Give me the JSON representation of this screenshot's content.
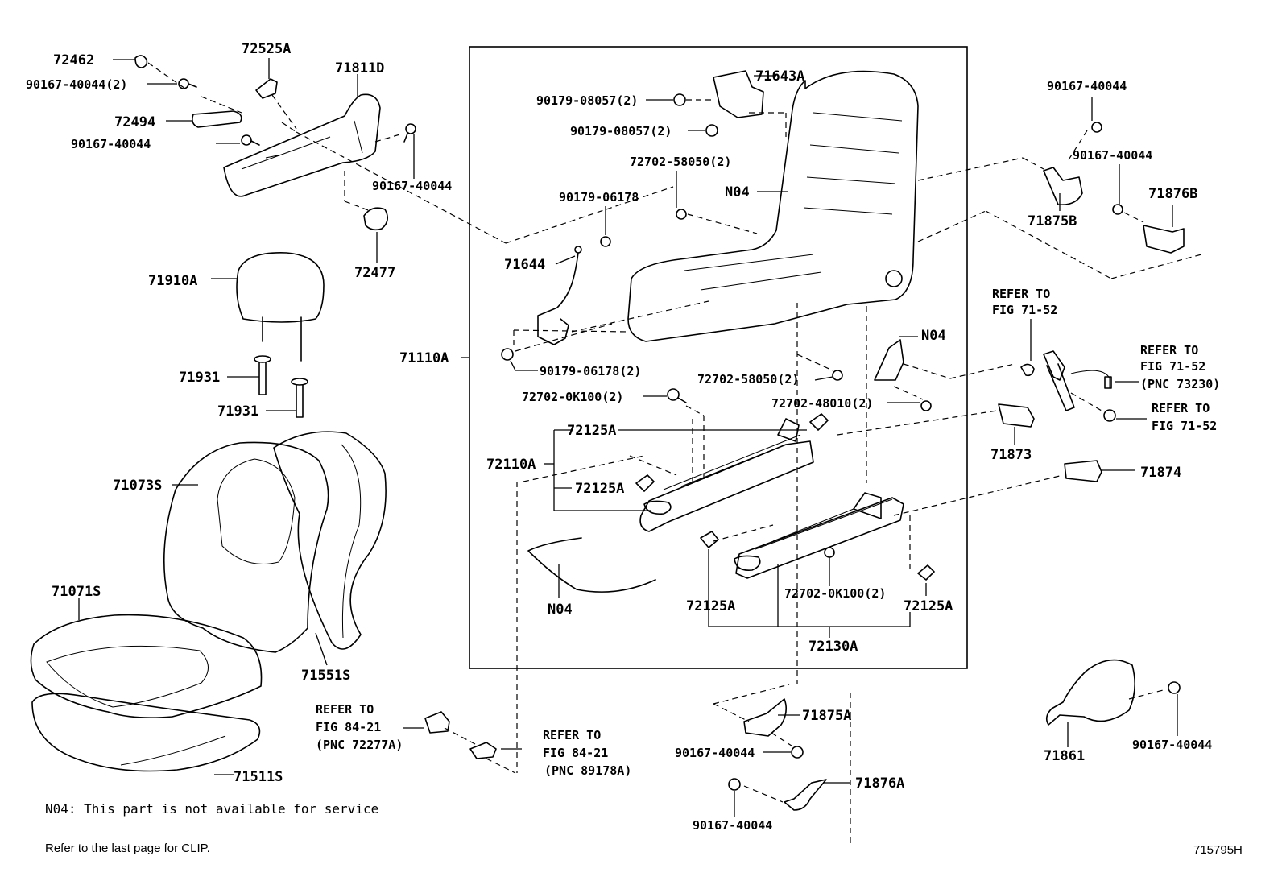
{
  "labels": {
    "l72462": "72462",
    "l72525A": "72525A",
    "l71811D": "71811D",
    "l90167_40044_2": "90167-40044(2)",
    "l72494": "72494",
    "l90167_40044_a": "90167-40044",
    "l90167_40044_b": "90167-40044",
    "l72477": "72477",
    "l71910A": "71910A",
    "l71931_a": "71931",
    "l71931_b": "71931",
    "l71073S": "71073S",
    "l71071S": "71071S",
    "l71551S": "71551S",
    "l71511S": "71511S",
    "l71643A": "71643A",
    "l90179_08057_2a": "90179-08057(2)",
    "l90179_08057_2b": "90179-08057(2)",
    "l72702_58050_2a": "72702-58050(2)",
    "l90179_06178": "90179-06178",
    "l N04_a": "N04",
    "l71644": "71644",
    "l71110A": "71110A",
    "l90179_06178_2": "90179-06178(2)",
    "l72702_58050_2b": "72702-58050(2)",
    "l72702_48010_2": "72702-48010(2)",
    "l72702_0K100_2a": "72702-0K100(2)",
    "lN04_b": "N04",
    "l72125A_a": "72125A",
    "l72110A": "72110A",
    "l72125A_b": "72125A",
    "lN04_c": "N04",
    "l72125A_c": "72125A",
    "l72702_0K100_2b": "72702-0K100(2)",
    "l72125A_d": "72125A",
    "l72130A": "72130A",
    "l90167_40044_c": "90167-40044",
    "l90167_40044_d": "90167-40044",
    "l71876B": "71876B",
    "l71875B": "71875B",
    "lRefer71_52_a1": "REFER TO",
    "lRefer71_52_a2": "FIG 71-52",
    "lRefer71_52_b1": "REFER TO",
    "lRefer71_52_b2": "FIG 71-52",
    "lRefer71_52_b3": "(PNC 73230)",
    "lRefer71_52_c1": "REFER TO",
    "lRefer71_52_c2": "FIG 71-52",
    "l71873": "71873",
    "l71874": "71874",
    "lRefer84_21_a1": "REFER TO",
    "lRefer84_21_a2": "FIG 84-21",
    "lRefer84_21_a3": "(PNC 72277A)",
    "lRefer84_21_b1": "REFER TO",
    "lRefer84_21_b2": "FIG 84-21",
    "lRefer84_21_b3": "(PNC 89178A)",
    "l71875A": "71875A",
    "l90167_40044_e": "90167-40044",
    "l71876A": "71876A",
    "l90167_40044_f": "90167-40044",
    "l71861": "71861",
    "l90167_40044_g": "90167-40044"
  },
  "notes": {
    "n04_note": "N04: This part is not available for service",
    "clip_note": "Refer to the last page for CLIP.",
    "figure_id": "715795H"
  }
}
